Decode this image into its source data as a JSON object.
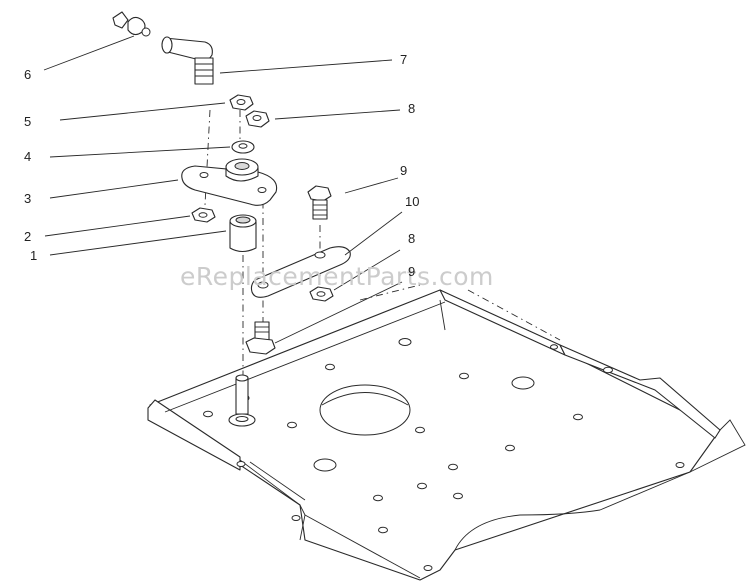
{
  "watermark": "eReplacementParts.com",
  "callouts": [
    {
      "id": "6",
      "text": "6"
    },
    {
      "id": "7",
      "text": "7"
    },
    {
      "id": "5",
      "text": "5"
    },
    {
      "id": "8a",
      "text": "8"
    },
    {
      "id": "4",
      "text": "4"
    },
    {
      "id": "9a",
      "text": "9"
    },
    {
      "id": "3",
      "text": "3"
    },
    {
      "id": "10",
      "text": "10"
    },
    {
      "id": "2",
      "text": "2"
    },
    {
      "id": "1",
      "text": "1"
    },
    {
      "id": "8b",
      "text": "8"
    },
    {
      "id": "9b",
      "text": "9"
    }
  ]
}
